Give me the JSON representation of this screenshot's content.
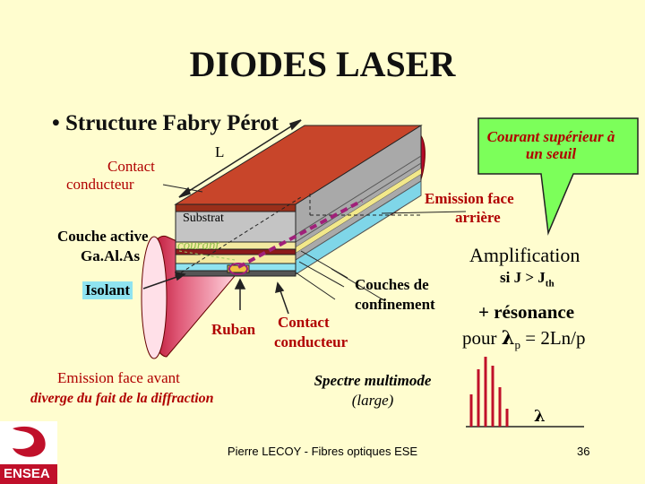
{
  "title": "DIODES LASER",
  "subtitle": "• Structure Fabry Pérot",
  "labels": {
    "L": "L",
    "contact_top_1": "Contact",
    "contact_top_2": "conducteur",
    "substrat": "Substrat",
    "couche_active_1": "Couche active",
    "couche_active_2": "Ga.Al.As",
    "courant": "courant",
    "isolant": "Isolant",
    "ruban": "Ruban",
    "contact_bottom_1": "Contact",
    "contact_bottom_2": "conducteur",
    "couches_confinement_1": "Couches de",
    "couches_confinement_2": "confinement",
    "emission_arriere_1": "Emission face",
    "emission_arriere_2": "arrière",
    "emission_avant": "Emission face avant",
    "diffraction": "diverge du fait de la diffraction"
  },
  "callout": {
    "line1": "Courant supérieur à",
    "line2": "un seuil"
  },
  "amplification": {
    "title": "Amplification",
    "condition_prefix": "si J > J",
    "condition_sub": "th",
    "resonance": "+ résonance",
    "pour": "pour ",
    "lambda": "λ",
    "lambda_sub": "p",
    "formula": " = 2Ln/p"
  },
  "spectre": {
    "line1": "Spectre multimode",
    "line2": "(large)",
    "axis_symbol": "λ"
  },
  "footer": {
    "author": "Pierre LECOY - Fibres optiques ESE",
    "page": "36",
    "logo_text": "ENSEA"
  },
  "colors": {
    "background": "#fffdcf",
    "contact_top": "#c8452a",
    "substrate": "#c4c4c4",
    "active_layer": "#8b1a1a",
    "isolant": "#8fe3f0",
    "beam": "#c0102a",
    "callout": "#7cff5a",
    "spectrum": "#c0102a",
    "logo": "#c0102a"
  }
}
